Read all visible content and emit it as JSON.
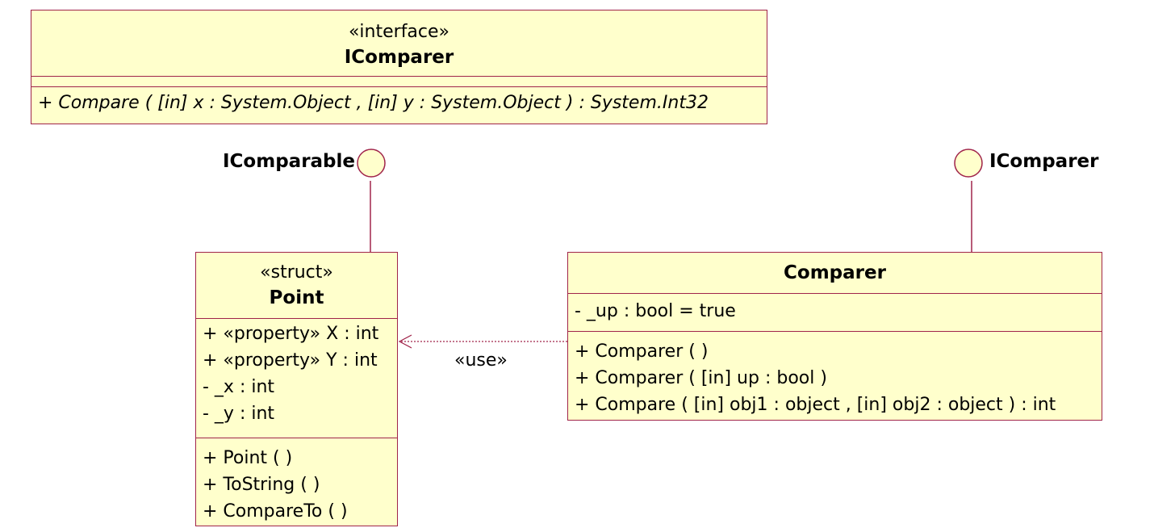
{
  "icomparer_interface": {
    "stereotype": "«interface»",
    "name": "IComparer",
    "operation": "+ Compare ( [in] x : System.Object , [in] y : System.Object ) : System.Int32"
  },
  "lollipop_left": {
    "label": "IComparable"
  },
  "lollipop_right": {
    "label": "IComparer"
  },
  "point": {
    "stereotype": "«struct»",
    "name": "Point",
    "attributes": [
      "+ «property» X : int",
      "+ «property» Y : int",
      "- _x : int",
      "- _y : int"
    ],
    "operations": [
      "+ Point (  )",
      "+ ToString (  )",
      "+ CompareTo (  )"
    ]
  },
  "comparer": {
    "name": "Comparer",
    "attributes": [
      "- _up : bool = true"
    ],
    "operations": [
      "+ Comparer (  )",
      "+ Comparer ( [in] up : bool )",
      "+ Compare ( [in] obj1 : object , [in] obj2 : object ) : int"
    ]
  },
  "dependency": {
    "label": "«use»"
  },
  "colors": {
    "box_fill": "#ffffcc",
    "border": "#a0244a"
  }
}
